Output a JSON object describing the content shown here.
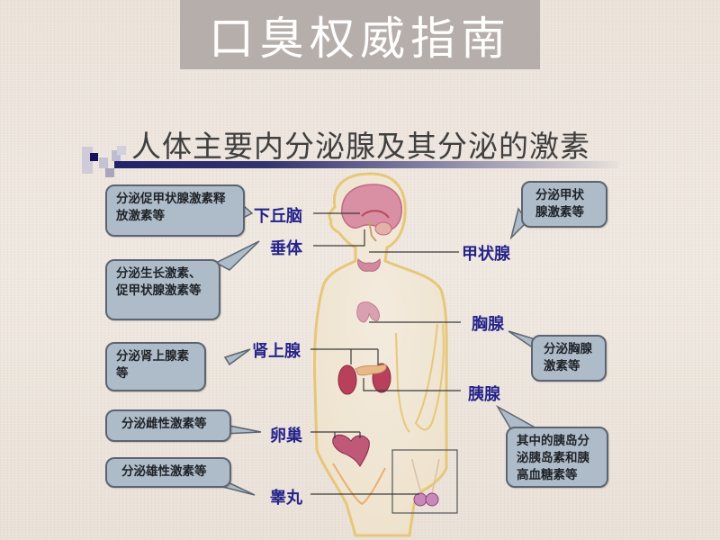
{
  "banner": {
    "text": "口臭权威指南"
  },
  "diagram": {
    "title": "人体主要内分泌腺及其分泌的激素",
    "glands": [
      {
        "id": "hypothalamus",
        "label": "下丘脑",
        "callout": "分泌促甲状腺激素释放激素等"
      },
      {
        "id": "pituitary",
        "label": "垂体",
        "callout": "分泌生长激素、促甲状腺激素等"
      },
      {
        "id": "thyroid",
        "label": "甲状腺",
        "callout": "分泌甲状腺激素等"
      },
      {
        "id": "thymus",
        "label": "胸腺",
        "callout": "分泌胸腺激素等"
      },
      {
        "id": "adrenal",
        "label": "肾上腺",
        "callout": "分泌肾上腺素等"
      },
      {
        "id": "pancreas",
        "label": "胰腺",
        "callout": "其中的胰岛分泌胰岛素和胰高血糖素等"
      },
      {
        "id": "ovary",
        "label": "卵巢",
        "callout": "分泌雌性激素等"
      },
      {
        "id": "testis",
        "label": "睾丸",
        "callout": "分泌雄性激素等"
      }
    ]
  },
  "colors": {
    "background": "#ece4dc",
    "banner_bg": "#b6aeaa",
    "label_color": "#25238a",
    "callout_fill": "#aebbc8",
    "callout_border": "#5b6470",
    "title_bar_dark": "#22226a",
    "body_outline": "#e8c86a",
    "organ_color": "#b0405a"
  }
}
